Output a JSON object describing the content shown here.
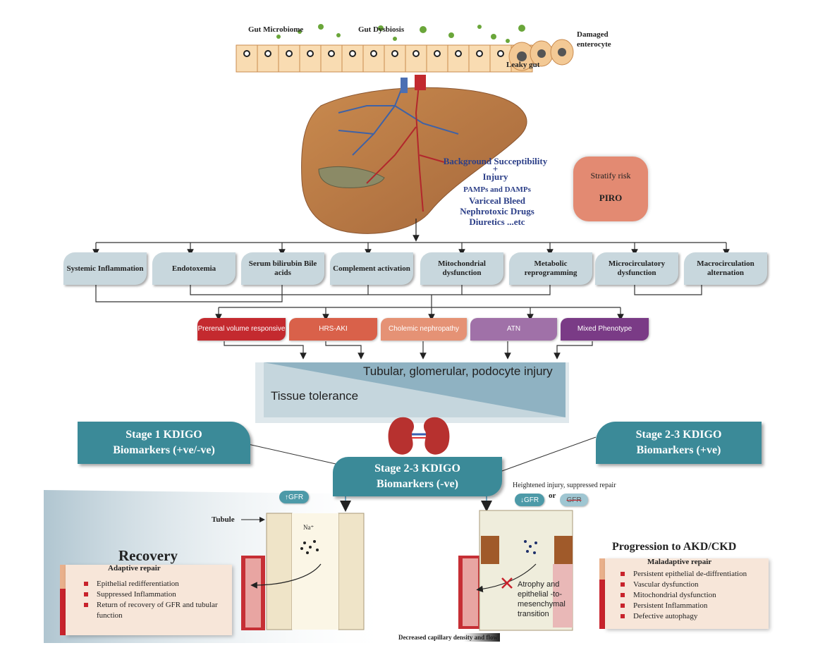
{
  "gut": {
    "microbiome": "Gut Microbiome",
    "dysbiosis": "Gut Dysbiosis",
    "damaged_enterocyte": "Damaged enterocyte",
    "leaky_gut": "Leaky gut"
  },
  "liver": {
    "background": "Background Succeptibility",
    "plus": "+",
    "injury": "Injury",
    "factors": [
      "PAMPs and DAMPs",
      "Variceal Bleed",
      "Nephrotoxic Drugs",
      "Diuretics ...etc"
    ]
  },
  "piro": {
    "stratify": "Stratify risk",
    "label": "PIRO"
  },
  "mechanisms": [
    "Systemic Inflammation",
    "Endotoxemia",
    "Serum bilirubin Bile acids",
    "Complement activation",
    "Mitochondrial dysfunction",
    "Metabolic reprogramming",
    "Microcirculatory dysfunction",
    "Macrocirculation alternation"
  ],
  "phenotypes": [
    {
      "label": "Prerenal volume responsive",
      "color": "#c42a2f"
    },
    {
      "label": "HRS-AKI",
      "color": "#d9614a"
    },
    {
      "label": "Cholemic nephropathy",
      "color": "#e59275"
    },
    {
      "label": "ATN",
      "color": "#a071a8"
    },
    {
      "label": "Mixed Phenotype",
      "color": "#7a3b86"
    }
  ],
  "tolerance": {
    "injury": "Tubular, glomerular, podocyte injury",
    "tolerance": "Tissue tolerance"
  },
  "stages": {
    "stage1_line1": "Stage  1 KDIGO",
    "stage1_line2": "Biomarkers (+ve/-ve)",
    "stage23p_line1": "Stage 2-3 KDIGO",
    "stage23p_line2": "Biomarkers (+ve)",
    "stage23n_line1": "Stage 2-3 KDIGO",
    "stage23n_line2": "Biomarkers (-ve)"
  },
  "gfr": {
    "up": "↑GFR",
    "down": "↓GFR",
    "crossed": "GFR",
    "heightened": "Heightened injury, suppressed repair",
    "or": "or"
  },
  "recovery": {
    "title": "Recovery",
    "subtitle": "Adaptive repair",
    "items": [
      "Epithelial redifferentiation",
      "Suppressed Inflammation",
      "Return of recovery of GFR and tubular function"
    ]
  },
  "progression": {
    "title": "Progression to AKD/CKD",
    "subtitle": "Maladaptive repair",
    "items": [
      "Persistent epithelial de-diffrentiation",
      "Vascular dysfunction",
      "Mitochondrial dysfunction",
      "Persistent Inflammation",
      "Defective autophagy"
    ]
  },
  "tubule": {
    "label": "Tubule",
    "na": "Na⁺",
    "atrophy": "Atrophy and epithelial -to-mesenchymal transition"
  },
  "footer": {
    "decreased": "Decreased capillary density and flow"
  }
}
